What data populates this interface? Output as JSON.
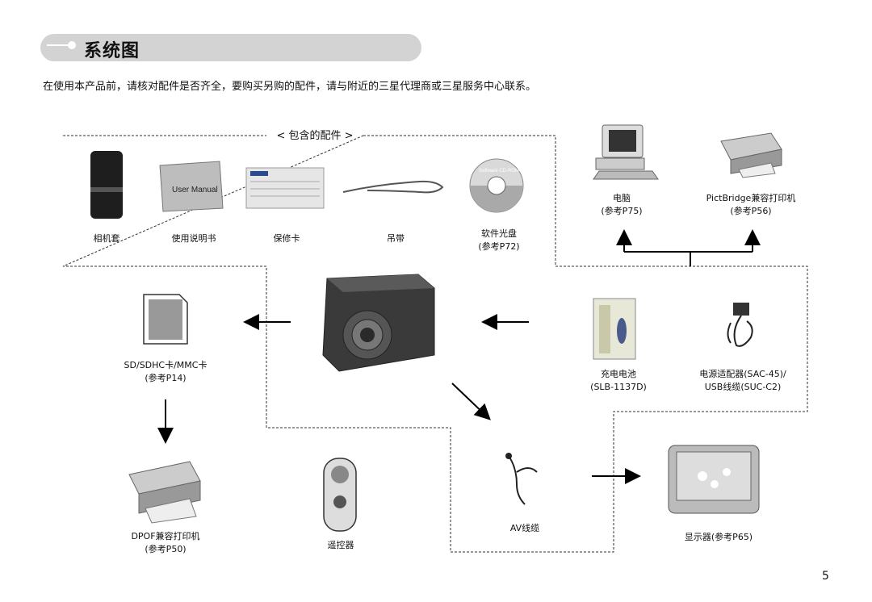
{
  "title": "系统图",
  "intro": "在使用本产品前，请核对配件是否齐全，要购买另购的配件，请与附近的三星代理商或三星服务中心联系。",
  "included_header": "< 包含的配件 >",
  "items": {
    "camera_case": "相机套",
    "manual_label": "使用说明书",
    "manual_cover_text": "User Manual",
    "warranty": "保修卡",
    "strap": "吊带",
    "software_cd_line1": "软件光盘",
    "software_cd_line2": "(参考P72)",
    "cd_text": "Software CD-ROM",
    "pc_line1": "电脑",
    "pc_line2": "(参考P75)",
    "pictbridge_line1": "PictBridge兼容打印机",
    "pictbridge_line2": "(参考P56)",
    "sd_line1": "SD/SDHC卡/MMC卡",
    "sd_line2": "(参考P14)",
    "battery_line1": "充电电池",
    "battery_line2": "(SLB-1137D)",
    "adapter_line1": "电源适配器(SAC-45)/",
    "adapter_line2": "USB线缆(SUC-C2)",
    "dpof_line1": "DPOF兼容打印机",
    "dpof_line2": "(参考P50)",
    "remote": "遥控器",
    "av_cable": "AV线缆",
    "tv": "显示器(参考P65)"
  },
  "page_number": "5"
}
